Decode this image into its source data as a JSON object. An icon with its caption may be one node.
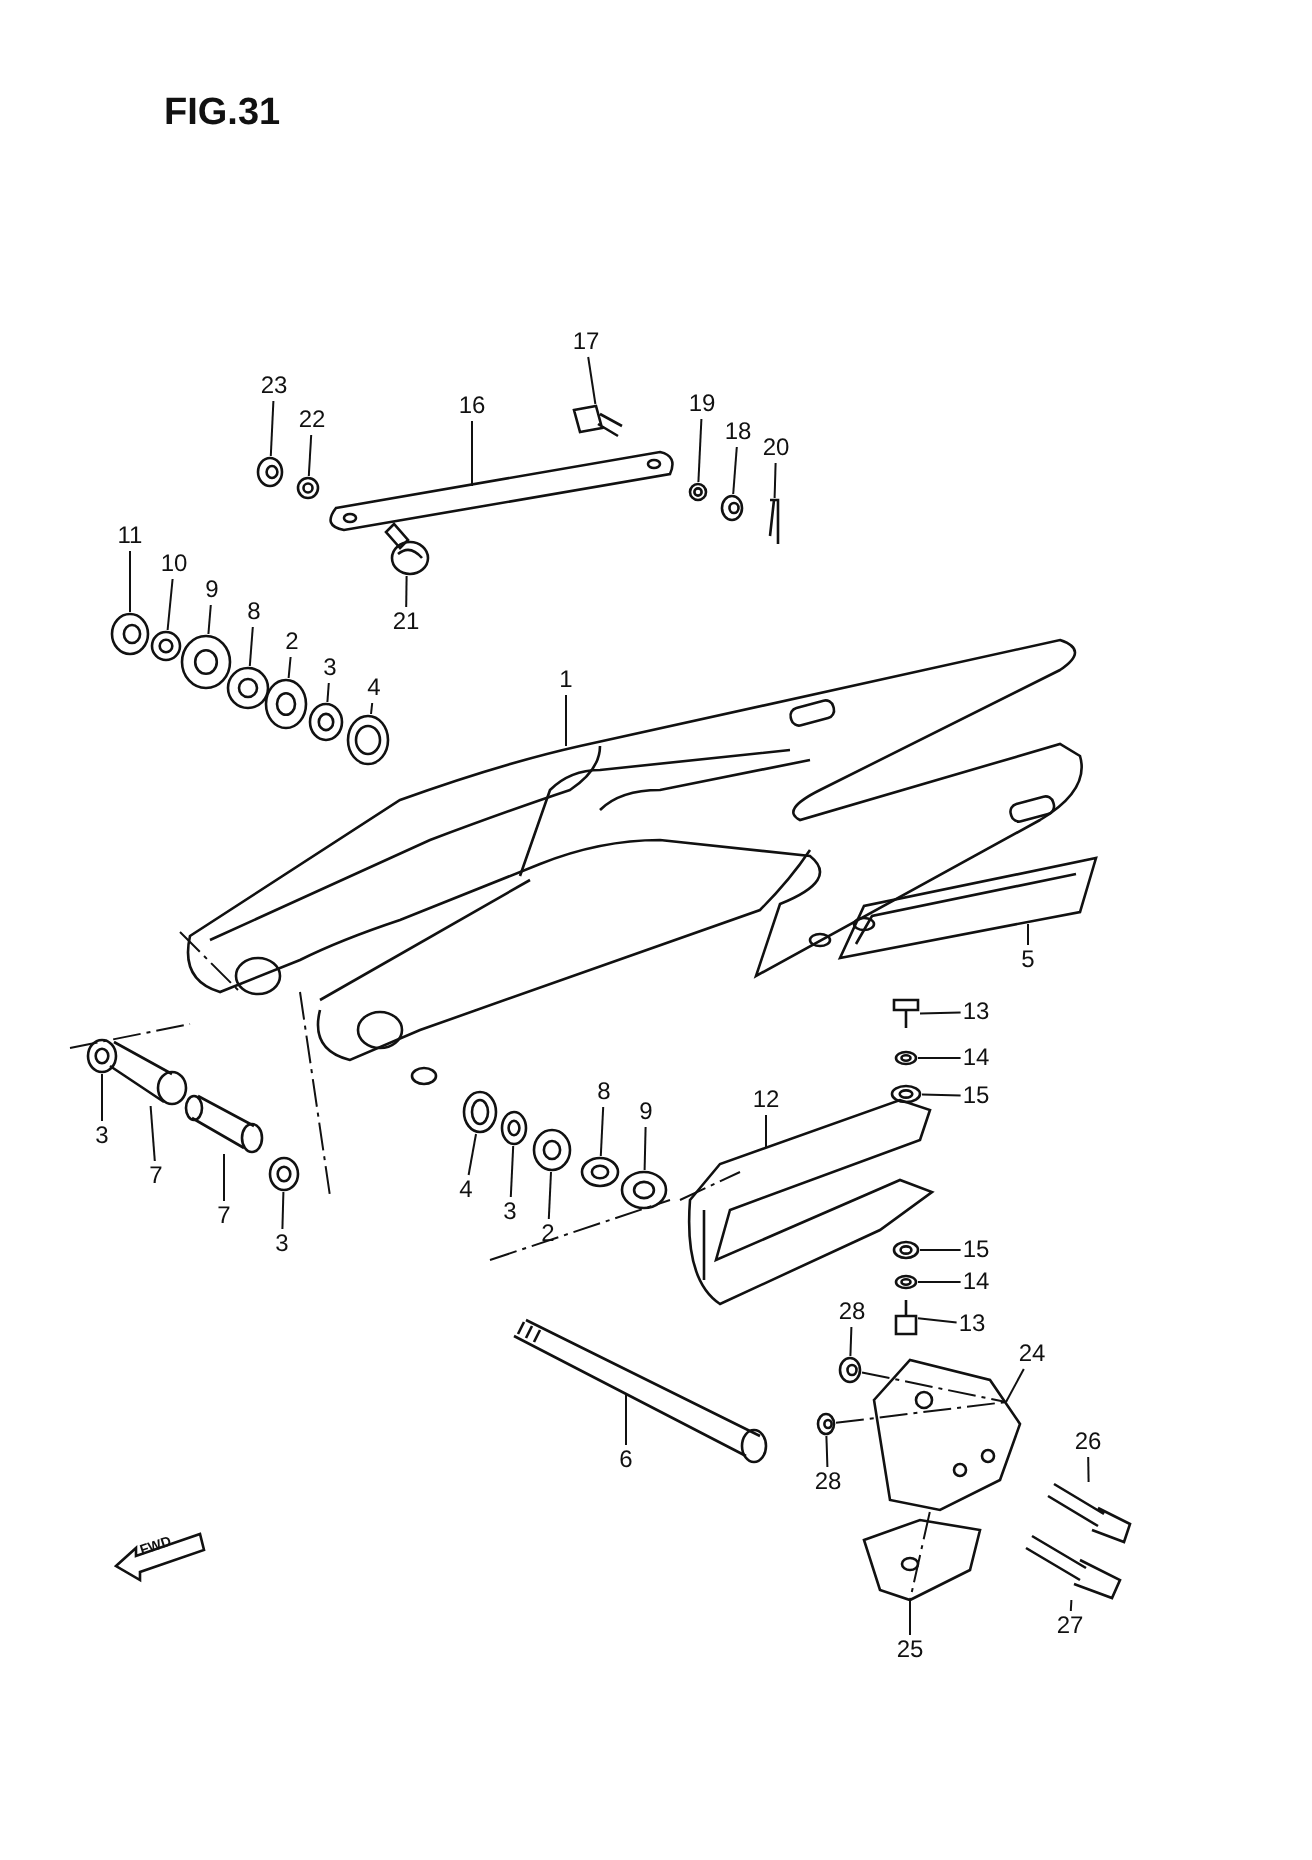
{
  "diagram": {
    "title": "FIG.31",
    "nodes": [
      {
        "text": [
          "23"
        ]
      },
      {
        "text": [
          "22"
        ]
      },
      {
        "text": [
          "16"
        ]
      },
      {
        "text": [
          "17"
        ]
      },
      {
        "text": [
          "19"
        ]
      },
      {
        "text": [
          "18"
        ]
      },
      {
        "text": [
          "20"
        ]
      },
      {
        "text": [
          "21"
        ]
      },
      {
        "text": [
          "11"
        ]
      },
      {
        "text": [
          "10"
        ]
      },
      {
        "text": [
          "9"
        ]
      },
      {
        "text": [
          "8"
        ]
      },
      {
        "text": [
          "2"
        ]
      },
      {
        "text": [
          "3"
        ]
      },
      {
        "text": [
          "4"
        ]
      },
      {
        "text": [
          "1"
        ]
      },
      {
        "text": [
          "5"
        ]
      },
      {
        "text": [
          "13"
        ]
      },
      {
        "text": [
          "14"
        ]
      },
      {
        "text": [
          "15"
        ]
      },
      {
        "text": [
          "12"
        ]
      },
      {
        "text": [
          "3"
        ]
      },
      {
        "text": [
          "7"
        ]
      },
      {
        "text": [
          "7"
        ]
      },
      {
        "text": [
          "3"
        ]
      },
      {
        "text": [
          "8"
        ]
      },
      {
        "text": [
          "9"
        ]
      },
      {
        "text": [
          "4"
        ]
      },
      {
        "text": [
          "3"
        ]
      },
      {
        "text": [
          "2"
        ]
      },
      {
        "text": [
          "15"
        ]
      },
      {
        "text": [
          "14"
        ]
      },
      {
        "text": [
          "13"
        ]
      },
      {
        "text": [
          "28"
        ]
      },
      {
        "text": [
          "24"
        ]
      },
      {
        "text": [
          "6"
        ]
      },
      {
        "text": [
          "28"
        ]
      },
      {
        "text": [
          "26"
        ]
      },
      {
        "text": [
          "27"
        ]
      },
      {
        "text": [
          "25"
        ]
      },
      {
        "text": [],
        "shape": "picture"
      },
      {
        "text": [],
        "shape": "picture"
      },
      {
        "text": [],
        "shape": "picture"
      },
      {
        "text": [],
        "shape": "picture"
      },
      {
        "text": [],
        "shape": "picture"
      },
      {
        "text": [],
        "shape": "picture"
      },
      {
        "text": [],
        "shape": "picture"
      },
      {
        "text": [],
        "shape": "picture"
      },
      {
        "text": [],
        "shape": "picture"
      },
      {
        "text": [],
        "shape": "picture"
      },
      {
        "text": [],
        "shape": "picture"
      },
      {
        "text": [],
        "shape": "picture"
      },
      {
        "text": [],
        "shape": "picture"
      },
      {
        "text": [],
        "shape": "picture"
      },
      {
        "text": [],
        "shape": "picture"
      },
      {
        "text": [],
        "shape": "picture"
      },
      {
        "text": [],
        "shape": "picture"
      },
      {
        "text": [],
        "shape": "picture"
      },
      {
        "text": [],
        "shape": "picture"
      },
      {
        "text": [],
        "shape": "picture"
      },
      {
        "text": [],
        "shape": "picture"
      },
      {
        "text": [],
        "shape": "picture"
      },
      {
        "text": [],
        "shape": "picture"
      },
      {
        "text": [],
        "shape": "picture"
      },
      {
        "text": [],
        "shape": "picture"
      },
      {
        "text": [],
        "shape": "picture"
      },
      {
        "text": [],
        "shape": "picture"
      },
      {
        "text": [],
        "shape": "picture"
      },
      {
        "text": [],
        "shape": "picture"
      },
      {
        "text": [],
        "shape": "picture"
      },
      {
        "text": [],
        "shape": "picture"
      },
      {
        "text": [],
        "shape": "picture"
      },
      {
        "text": [],
        "shape": "picture"
      },
      {
        "text": [],
        "shape": "picture"
      },
      {
        "text": [],
        "shape": "picture"
      },
      {
        "text": [],
        "shape": "picture"
      },
      {
        "text": [],
        "shape": "picture"
      },
      {
        "text": [],
        "shape": "picture"
      },
      {
        "text": [],
        "shape": "picture"
      },
      {
        "text": [],
        "shape": "picture"
      }
    ],
    "edges": [
      {
        "from": 0,
        "to": 40,
        "arrow": "none"
      },
      {
        "from": 1,
        "to": 41,
        "arrow": "none"
      },
      {
        "from": 2,
        "to": 42,
        "arrow": "none"
      },
      {
        "from": 3,
        "to": 43,
        "arrow": "none"
      },
      {
        "from": 4,
        "to": 44,
        "arrow": "none"
      },
      {
        "from": 5,
        "to": 45,
        "arrow": "none"
      },
      {
        "from": 6,
        "to": 46,
        "arrow": "none"
      },
      {
        "from": 7,
        "to": 47,
        "arrow": "none"
      },
      {
        "from": 8,
        "to": 48,
        "arrow": "none"
      },
      {
        "from": 9,
        "to": 49,
        "arrow": "none"
      },
      {
        "from": 10,
        "to": 50,
        "arrow": "none"
      },
      {
        "from": 11,
        "to": 51,
        "arrow": "none"
      },
      {
        "from": 12,
        "to": 52,
        "arrow": "none"
      },
      {
        "from": 13,
        "to": 53,
        "arrow": "none"
      },
      {
        "from": 14,
        "to": 54,
        "arrow": "none"
      },
      {
        "from": 15,
        "to": 55,
        "arrow": "none"
      },
      {
        "from": 16,
        "to": 56,
        "arrow": "none"
      },
      {
        "from": 17,
        "to": 57,
        "arrow": "none"
      },
      {
        "from": 18,
        "to": 58,
        "arrow": "none"
      },
      {
        "from": 19,
        "to": 59,
        "arrow": "none"
      },
      {
        "from": 20,
        "to": 60,
        "arrow": "none"
      },
      {
        "from": 21,
        "to": 61,
        "arrow": "none"
      },
      {
        "from": 22,
        "to": 62,
        "arrow": "none"
      },
      {
        "from": 23,
        "to": 63,
        "arrow": "none"
      },
      {
        "from": 24,
        "to": 64,
        "arrow": "none"
      },
      {
        "from": 25,
        "to": 65,
        "arrow": "none"
      },
      {
        "from": 26,
        "to": 66,
        "arrow": "none"
      },
      {
        "from": 27,
        "to": 67,
        "arrow": "none"
      },
      {
        "from": 28,
        "to": 68,
        "arrow": "none"
      },
      {
        "from": 29,
        "to": 69,
        "arrow": "none"
      },
      {
        "from": 30,
        "to": 70,
        "arrow": "none"
      },
      {
        "from": 31,
        "to": 71,
        "arrow": "none"
      },
      {
        "from": 32,
        "to": 72,
        "arrow": "none"
      },
      {
        "from": 33,
        "to": 73,
        "arrow": "none"
      },
      {
        "from": 34,
        "to": 74,
        "arrow": "none"
      },
      {
        "from": 35,
        "to": 75,
        "arrow": "none"
      },
      {
        "from": 36,
        "to": 76,
        "arrow": "none"
      },
      {
        "from": 37,
        "to": 77,
        "arrow": "none"
      },
      {
        "from": 38,
        "to": 78,
        "arrow": "none"
      },
      {
        "from": 39,
        "to": 79,
        "arrow": "none"
      },
      {
        "from": 73,
        "to": 74,
        "arrow": "none",
        "style": "dashed"
      },
      {
        "from": 76,
        "to": 74,
        "arrow": "none",
        "style": "dashed"
      },
      {
        "from": 74,
        "to": 79,
        "arrow": "none",
        "style": "dashed"
      }
    ],
    "labels": [
      "FWD"
    ]
  }
}
